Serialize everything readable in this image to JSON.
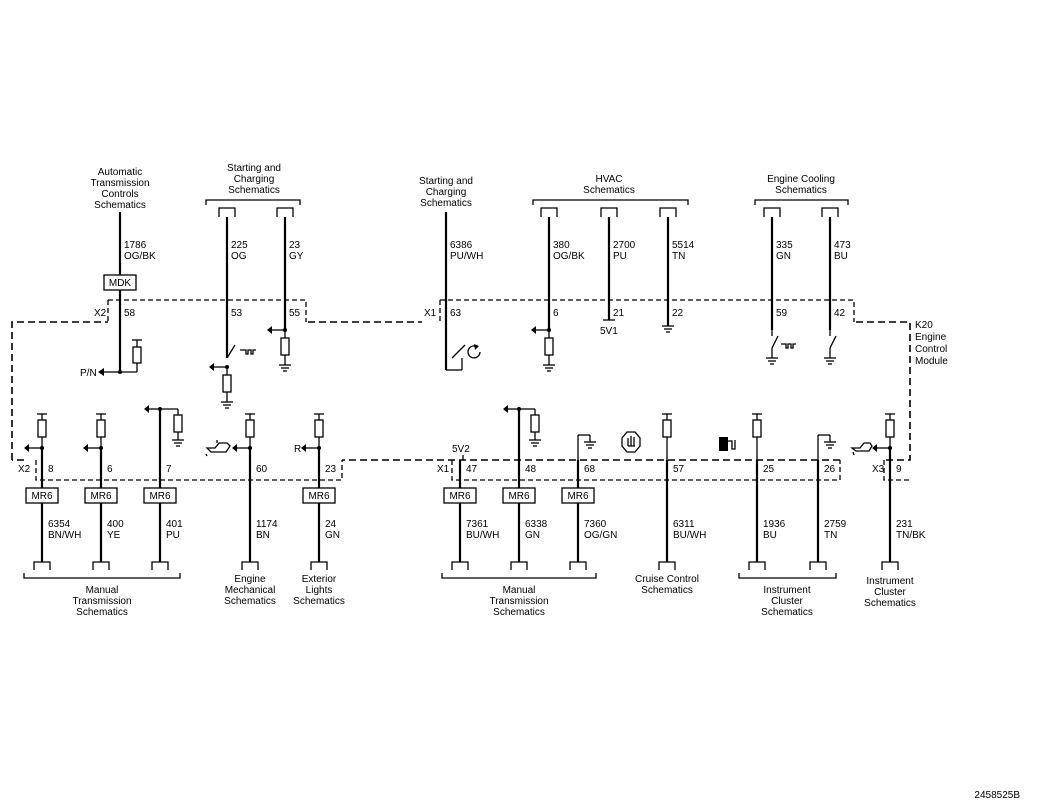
{
  "module": {
    "line1": "K20",
    "line2": "Engine",
    "line3": "Control",
    "line4": "Module"
  },
  "figure_id": "2458525B",
  "top_destinations": [
    {
      "id": "atc",
      "lines": [
        "Automatic",
        "Transmission",
        "Controls",
        "Schematics"
      ]
    },
    {
      "id": "sc1",
      "lines": [
        "Starting and",
        "Charging",
        "Schematics"
      ]
    },
    {
      "id": "sc2",
      "lines": [
        "Starting and",
        "Charging",
        "Schematics"
      ]
    },
    {
      "id": "hvac",
      "lines": [
        "HVAC",
        "Schematics"
      ]
    },
    {
      "id": "ecool",
      "lines": [
        "Engine Cooling",
        "Schematics"
      ]
    }
  ],
  "bottom_destinations": [
    {
      "id": "mt1",
      "lines": [
        "Manual",
        "Transmission",
        "Schematics"
      ]
    },
    {
      "id": "em",
      "lines": [
        "Engine",
        "Mechanical",
        "Schematics"
      ]
    },
    {
      "id": "el",
      "lines": [
        "Exterior",
        "Lights",
        "Schematics"
      ]
    },
    {
      "id": "mt2",
      "lines": [
        "Manual",
        "Transmission",
        "Schematics"
      ]
    },
    {
      "id": "cc",
      "lines": [
        "Cruise Control",
        "Schematics"
      ]
    },
    {
      "id": "ic1",
      "lines": [
        "Instrument",
        "Cluster",
        "Schematics"
      ]
    },
    {
      "id": "ic2",
      "lines": [
        "Instrument",
        "Cluster",
        "Schematics"
      ]
    }
  ],
  "connectors": {
    "x1_top": "X1",
    "x2_top": "X2",
    "x1_bot": "X1",
    "x2_bot": "X2",
    "x3_bot": "X3"
  },
  "top_wires": [
    {
      "circuit": "1786",
      "color": "OG/BK",
      "pin": "58"
    },
    {
      "circuit": "225",
      "color": "OG",
      "pin": "53"
    },
    {
      "circuit": "23",
      "color": "GY",
      "pin": "55"
    },
    {
      "circuit": "6386",
      "color": "PU/WH",
      "pin": "63"
    },
    {
      "circuit": "380",
      "color": "OG/BK",
      "pin": "6"
    },
    {
      "circuit": "2700",
      "color": "PU",
      "pin": "21"
    },
    {
      "circuit": "5514",
      "color": "TN",
      "pin": "22"
    },
    {
      "circuit": "335",
      "color": "GN",
      "pin": "59"
    },
    {
      "circuit": "473",
      "color": "BU",
      "pin": "42"
    }
  ],
  "bottom_wires": [
    {
      "circuit": "6354",
      "color": "BN/WH",
      "pin": "8"
    },
    {
      "circuit": "400",
      "color": "YE",
      "pin": "6"
    },
    {
      "circuit": "401",
      "color": "PU",
      "pin": "7"
    },
    {
      "circuit": "1174",
      "color": "BN",
      "pin": "60"
    },
    {
      "circuit": "24",
      "color": "GN",
      "pin": "23"
    },
    {
      "circuit": "7361",
      "color": "BU/WH",
      "pin": "47"
    },
    {
      "circuit": "6338",
      "color": "GN",
      "pin": "48"
    },
    {
      "circuit": "7360",
      "color": "OG/GN",
      "pin": "68"
    },
    {
      "circuit": "6311",
      "color": "BU/WH",
      "pin": "57"
    },
    {
      "circuit": "1936",
      "color": "BU",
      "pin": "25"
    },
    {
      "circuit": "2759",
      "color": "TN",
      "pin": "26"
    },
    {
      "circuit": "231",
      "color": "TN/BK",
      "pin": "9"
    }
  ],
  "splices": {
    "mdk": "MDK",
    "mr6": "MR6"
  },
  "labels": {
    "pn": "P/N",
    "r": "R",
    "v5_1": "5V1",
    "v5_2": "5V2"
  }
}
